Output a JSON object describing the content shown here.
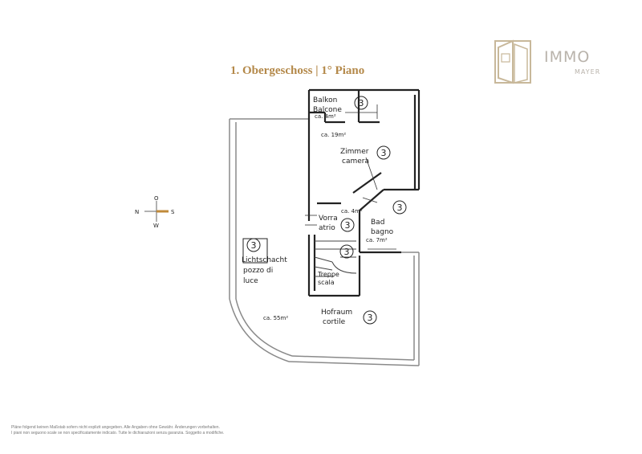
{
  "header": {
    "title": "1. Obergeschoss | 1° Piano"
  },
  "logo": {
    "word": "IMMO",
    "sub": "MAYER",
    "color": "#b9b3ab"
  },
  "compass": {
    "n": "N",
    "o": "O",
    "s": "S",
    "w": "W"
  },
  "rooms": [
    {
      "line1": "Balkon",
      "line2": "Balcone",
      "area": "ca. 4m²",
      "marker": "3"
    },
    {
      "line1": "Zimmer",
      "line2": "camera",
      "area": "ca. 19m²",
      "marker": "3"
    },
    {
      "line1": "Vorra",
      "line2": "atrio",
      "area": "ca. 4m²",
      "marker": "3"
    },
    {
      "line1": "Bad",
      "line2": "bagno",
      "area": "ca. 7m²",
      "marker": "3"
    },
    {
      "line1": "Lichtschacht",
      "line2": "pozzo di",
      "line3": "luce",
      "marker": "3"
    },
    {
      "line1": "Treppe",
      "line2": "scala",
      "marker": "3"
    },
    {
      "line1": "Hofraum",
      "line2": "cortile",
      "area": "ca. 55m²",
      "marker": "3"
    }
  ],
  "footer": {
    "line1": "Pläne folgend keinen Maßstab sofern nicht explizit angegeben. Alle Angaben ohne Gewähr. Änderungen vorbehalten.",
    "line2": "I piani non seguono scale se non specificatamente indicato. Tutte le dichiarazioni senza garanzia. Soggetto a modifiche."
  },
  "colors": {
    "accent": "#b4894a",
    "walls": "#222222",
    "grey_walls": "#8a8a8a"
  }
}
